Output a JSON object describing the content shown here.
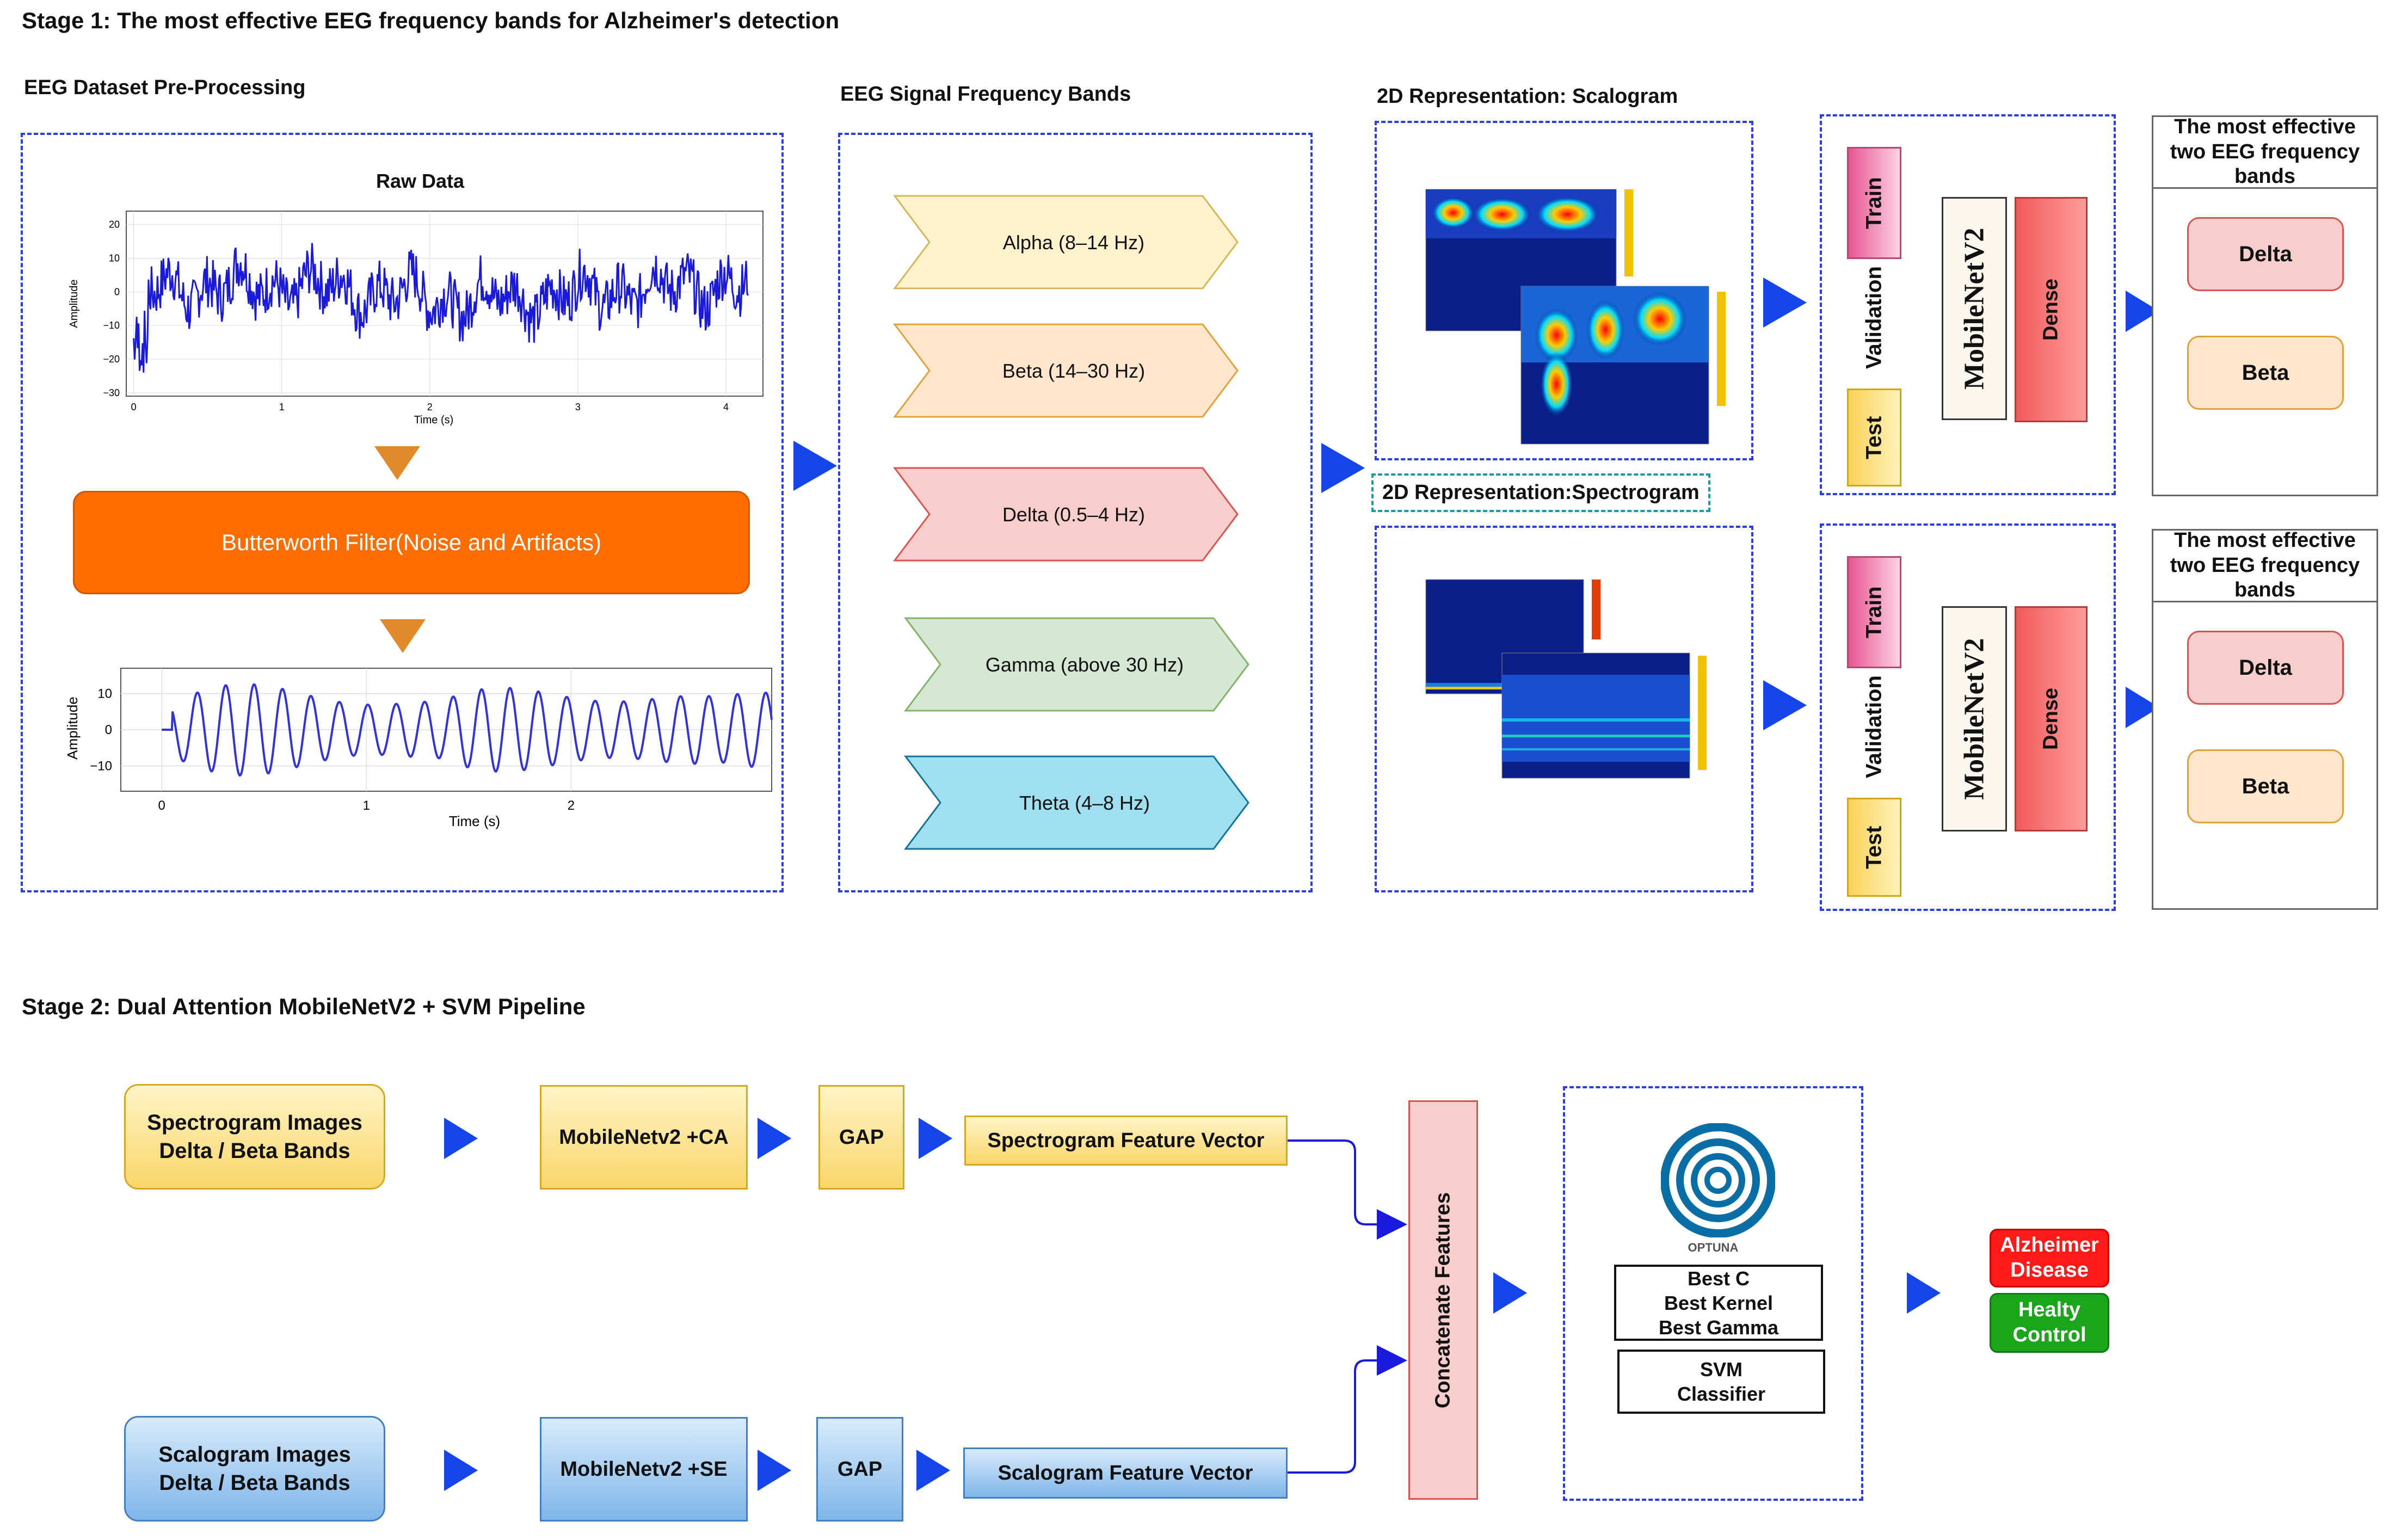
{
  "stage1": {
    "title": "Stage 1: The most effective EEG frequency bands for Alzheimer's detection",
    "preprocessing": {
      "title": "EEG Dataset Pre-Processing",
      "raw_plot_title": "Raw Data",
      "raw_ylabel": "Amplitude",
      "raw_xlabel": "Time (s)",
      "raw_yticks": [
        "20",
        "10",
        "0",
        "−10",
        "−20",
        "−30"
      ],
      "raw_xticks": [
        "0",
        "1",
        "2",
        "3",
        "4"
      ],
      "filter_label": "Butterworth Filter(Noise and Artifacts)",
      "filtered_ylabel": "Amplitude",
      "filtered_xlabel": "Time (s)",
      "filtered_yticks": [
        "10",
        "0",
        "−10"
      ],
      "filtered_xticks": [
        "0",
        "1",
        "2"
      ]
    },
    "bands": {
      "title": "EEG Signal Frequency Bands",
      "items": [
        {
          "label": "Alpha (8–14 Hz)",
          "fill": "#fff2cc",
          "stroke": "#d6b656"
        },
        {
          "label": "Beta (14–30 Hz)",
          "fill": "#ffe6cc",
          "stroke": "#e3a13b"
        },
        {
          "label": "Delta (0.5–4 Hz)",
          "fill": "#f8cecc",
          "stroke": "#d9534f"
        },
        {
          "label": "Gamma (above 30 Hz)",
          "fill": "#d5e8d4",
          "stroke": "#82b366"
        },
        {
          "label": "Theta (4–8 Hz)",
          "fill": "#9fdff0",
          "stroke": "#10739e"
        }
      ]
    },
    "scalogram_title": "2D Representation: Scalogram",
    "spectrogram_title": "2D Representation:Spectrogram",
    "model_blocks": [
      {
        "train": "Train",
        "validation": "Validation",
        "test": "Test",
        "backbone": "MobileNetV2",
        "dense": "Dense",
        "result_title": "The most effective two EEG frequency bands",
        "results": [
          "Delta",
          "Beta"
        ]
      },
      {
        "train": "Train",
        "validation": "Validation",
        "test": "Test",
        "backbone": "MobileNetV2",
        "dense": "Dense",
        "result_title": "The most effective two EEG frequency bands",
        "results": [
          "Delta",
          "Beta"
        ]
      }
    ]
  },
  "stage2": {
    "title": "Stage 2: Dual Attention MobileNetV2 + SVM Pipeline",
    "spectrogram_input": "Spectrogram Images\nDelta / Beta Bands",
    "scalogram_input": "Scalogram Images\nDelta / Beta Bands",
    "spectrogram_model": "MobileNetv2 +CA",
    "scalogram_model": "MobileNetv2 +SE",
    "gap": "GAP",
    "spectrogram_vector": "Spectrogram Feature Vector",
    "scalogram_vector": "Scalogram Feature Vector",
    "concat": "Concatenate Features",
    "optuna_label": "OPTUNA",
    "best_params": "Best C\nBest Kernel\nBest Gamma",
    "svm": "SVM\nClassifier",
    "out_alz": "Alzheimer\nDisease",
    "out_healthy": "Healty\nControl"
  },
  "colors": {
    "accent_blue": "#1544e8",
    "filter_orange": "#ff6d00",
    "alz_red": "#ff1a1a",
    "healthy_green": "#1aa61a",
    "optuna_blue": "#0a6ea6"
  }
}
